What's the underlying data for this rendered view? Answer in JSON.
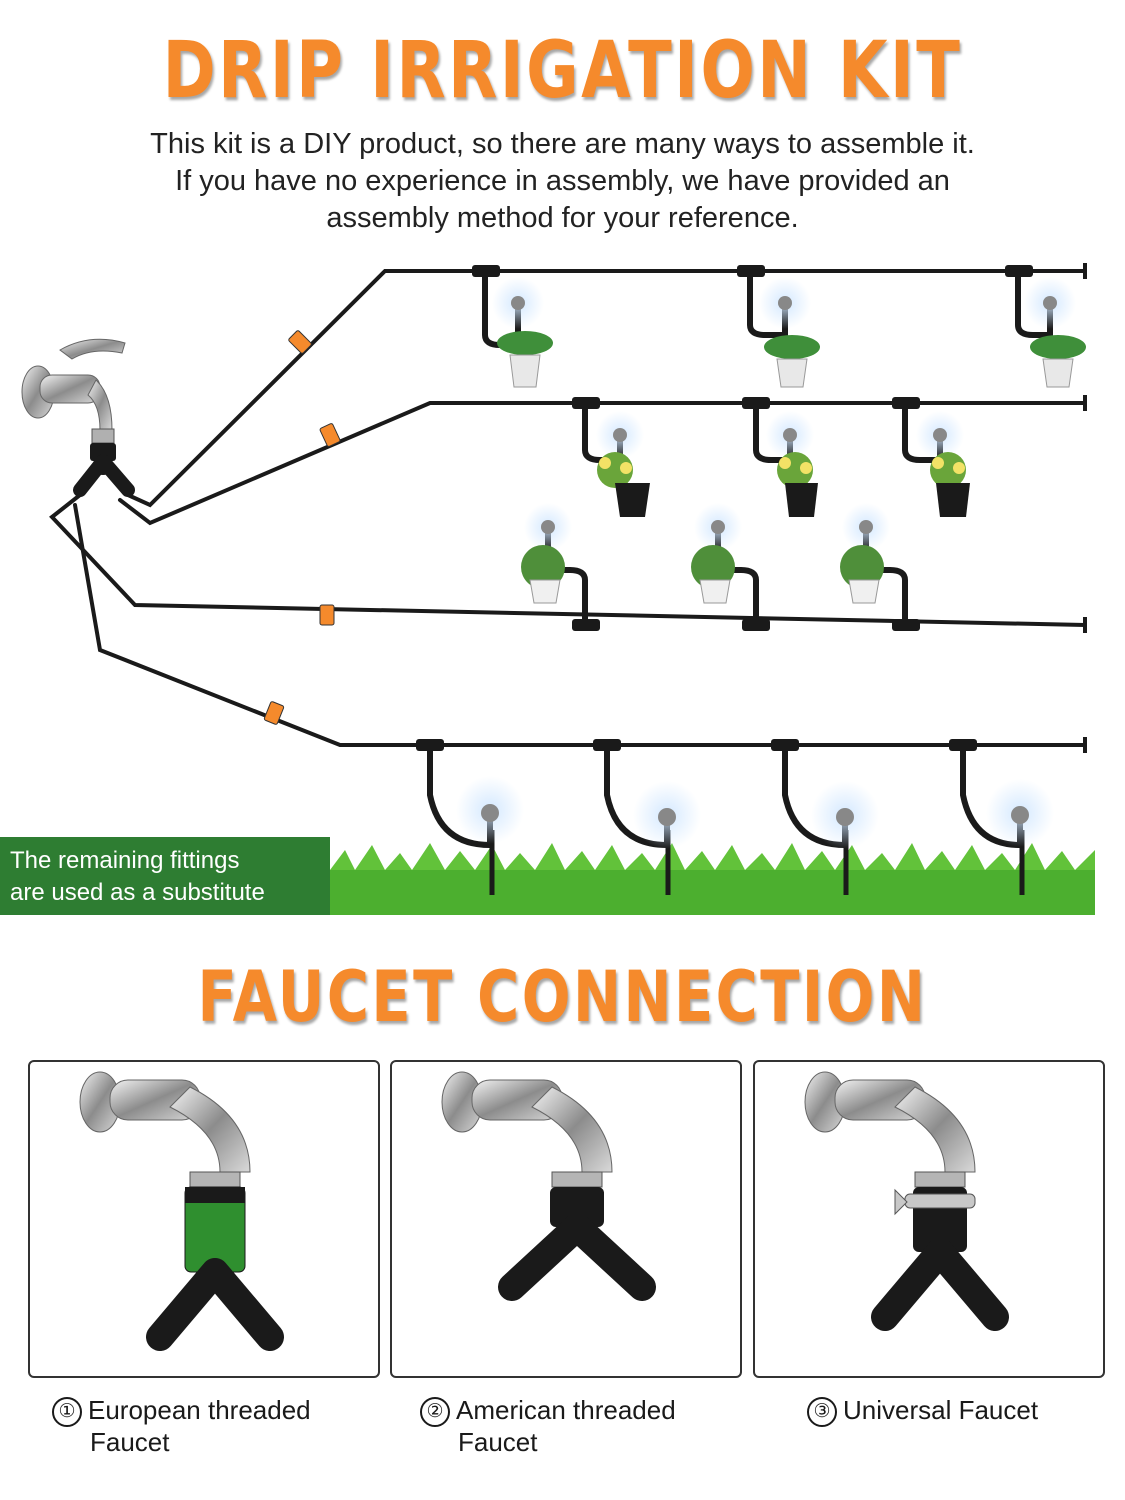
{
  "header": {
    "title": "DRIP IRRIGATION KIT",
    "intro_lines": [
      "This kit is a DIY product, so there are many ways to assemble it.",
      "If you have no experience in assembly, we have provided an",
      "assembly method for your reference."
    ]
  },
  "badge": {
    "lines": [
      "The remaining fittings",
      "are used as a substitute"
    ],
    "color": "#2e7d32"
  },
  "faucet_section": {
    "title": "FAUCET CONNECTION",
    "options": [
      {
        "number": "①",
        "label_line1": "European threaded",
        "label_line2": "Faucet",
        "adapter_color": "#2f8f2f"
      },
      {
        "number": "②",
        "label_line1": "American threaded",
        "label_line2": "Faucet",
        "adapter_color": "#1a1a1a"
      },
      {
        "number": "③",
        "label_line1": "Universal Faucet",
        "label_line2": "",
        "adapter_color": "#1a1a1a"
      }
    ]
  },
  "colors": {
    "title": "#f58a2c",
    "tubing": "#1a1a1a",
    "valve": "#f58a2c",
    "grass": "#4caf2f"
  },
  "icons": [
    "faucet-icon",
    "y-splitter-icon",
    "valve-icon",
    "sprinkler-icon",
    "plant-pot-icon",
    "grass-icon",
    "ground-stake-icon"
  ]
}
